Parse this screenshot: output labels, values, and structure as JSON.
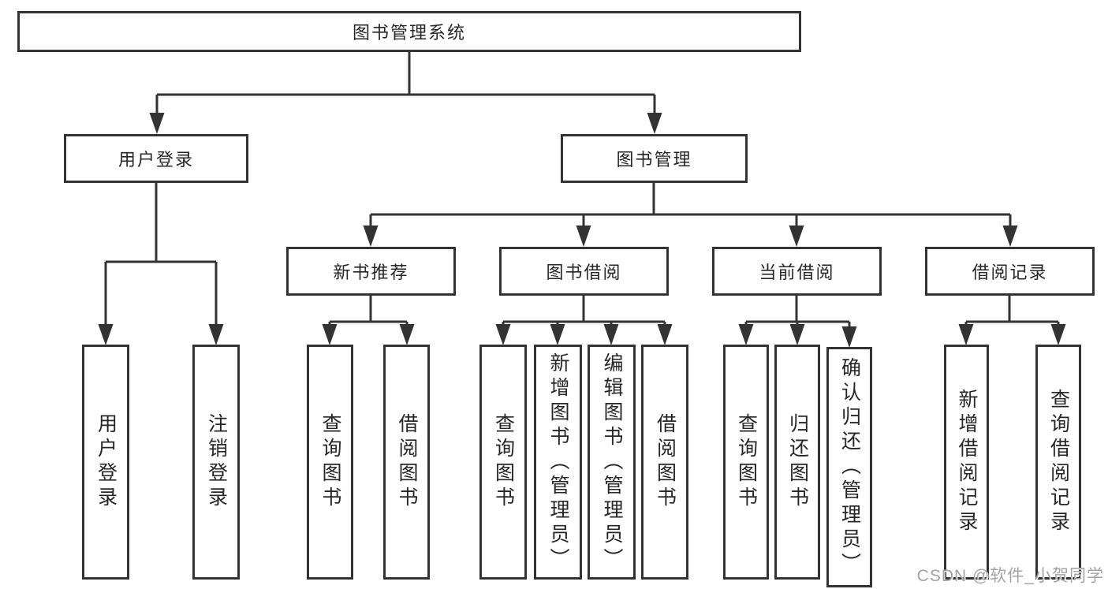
{
  "diagram_title": "图书管理系统",
  "watermark": "CSDN @软件_小贺同学",
  "colors": {
    "line": "#333333",
    "background": "#ffffff",
    "text": "#262626",
    "watermark": "#a3a3a3"
  },
  "nodes": {
    "root": {
      "label": "图书管理系统"
    },
    "user_login": {
      "label": "用户登录"
    },
    "book_management": {
      "label": "图书管理"
    },
    "new_book_recommend": {
      "label": "新书推荐"
    },
    "book_borrowing": {
      "label": "图书借阅"
    },
    "current_borrowing": {
      "label": "当前借阅"
    },
    "borrowing_records": {
      "label": "借阅记录"
    },
    "leaf_user_login": {
      "label": "用户登录"
    },
    "leaf_logout": {
      "label": "注销登录"
    },
    "leaf_recommend_query_books": {
      "label": "查询图书"
    },
    "leaf_recommend_borrow_books": {
      "label": "借阅图书"
    },
    "leaf_borrowing_query_books": {
      "label": "查询图书"
    },
    "leaf_borrowing_add_books": {
      "label": "新增图书（管理员）"
    },
    "leaf_borrowing_edit_books": {
      "label": "编辑图书（管理员）"
    },
    "leaf_borrowing_borrow_books": {
      "label": "借阅图书"
    },
    "leaf_current_query_books": {
      "label": "查询图书"
    },
    "leaf_current_return_books": {
      "label": "归还图书"
    },
    "leaf_current_confirm_return": {
      "label": "确认归还（管理员）"
    },
    "leaf_records_add_record": {
      "label": "新增借阅记录"
    },
    "leaf_records_query_record": {
      "label": "查询借阅记录"
    }
  }
}
